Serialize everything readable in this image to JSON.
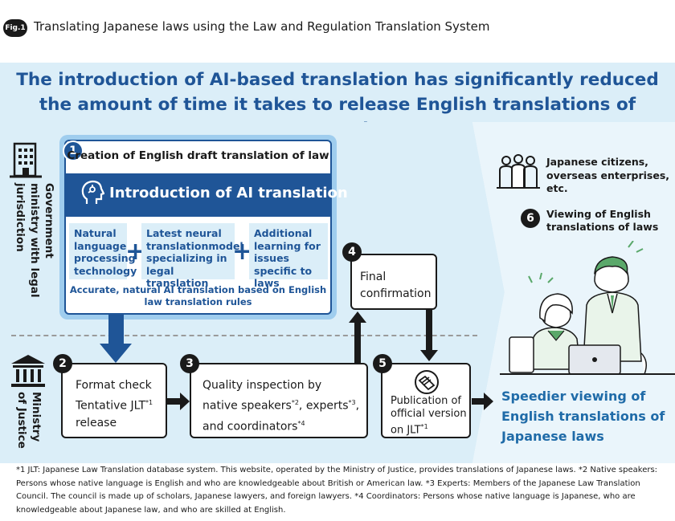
{
  "header": {
    "fig_label": "Fig.1",
    "title": "Translating Japanese laws using the Law and Regulation Translation System"
  },
  "headline": {
    "line1": "The introduction of AI-based translation has significantly reduced",
    "line2": "the amount of time it takes to release English translations of Japanese laws"
  },
  "lanes": {
    "government": "Government ministry with legal jurisdiction",
    "moj": "Ministry of Justice"
  },
  "step1": {
    "number": "1",
    "title": "Creation of English draft translation of law",
    "ai_title": "Introduction of AI translation",
    "components": [
      "Natural language processing technology",
      "Latest neural translationmodel specializing in legal translation",
      "Additional learning for issues specific to laws"
    ],
    "plus": "+",
    "footer": "Accurate, natural AI translation based on English law translation rules"
  },
  "step2": {
    "number": "2",
    "line1": "Format check",
    "line2": "Tentative JLT",
    "line2_sup": "*1",
    "line3": "release"
  },
  "step3": {
    "number": "3",
    "line1": "Quality inspection by",
    "line2a": "native speakers",
    "sup2": "*2",
    "line2b": ", experts",
    "sup3": "*3",
    "line2c": ",",
    "line3": "and coordinators",
    "sup4": "*4"
  },
  "step4": {
    "number": "4",
    "line1": "Final",
    "line2": "confirmation"
  },
  "step5": {
    "number": "5",
    "line1": "Publication of",
    "line2": "official version",
    "line3": "on JLT",
    "sup": "*1"
  },
  "step6": {
    "number": "6",
    "audience_line1": "Japanese citizens,",
    "audience_line2": "overseas enterprises,",
    "audience_line3": "etc.",
    "viewing_line1": "Viewing of English",
    "viewing_line2": "translations of laws"
  },
  "result": {
    "line1": "Speedier viewing of",
    "line2": "English translations of",
    "line3": "Japanese laws"
  },
  "footnote": "*1 JLT: Japanese Law Translation database system. This website, operated by the Ministry of Justice, provides translations of Japanese laws. *2 Native speakers: Persons whose native language is English and who are knowledgeable about British or American law. *3 Experts: Members of the Japanese Law Translation Council. The council is made up of scholars, Japanese lawyers, and foreign lawyers. *4 Coordinators: Persons whose native language is Japanese, who are knowledgeable about Japanese law, and who are skilled at English.",
  "colors": {
    "navy": "#1f5597",
    "light_blue": "#dbeef8",
    "mid_blue": "#9fcdee",
    "green": "#5aa86a"
  },
  "icons": [
    "building-icon",
    "courthouse-icon",
    "ai-head-icon",
    "people-icon",
    "publication-icon"
  ]
}
